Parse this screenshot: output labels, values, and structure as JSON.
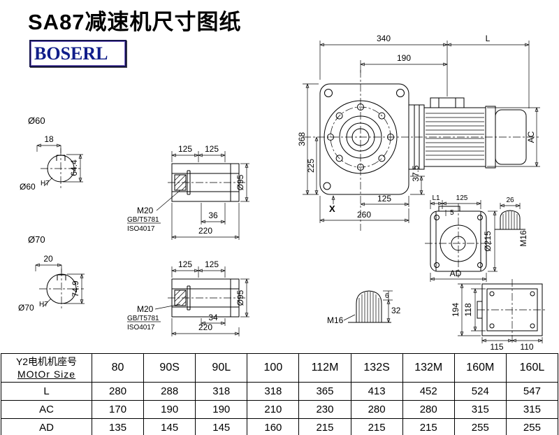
{
  "header": {
    "title": "SA87减速机尺寸图纸",
    "brand": "BOSERL"
  },
  "main_view": {
    "w340": "340",
    "L": "L",
    "w190": "190",
    "h368": "368",
    "h225": "225",
    "h375": "37.5",
    "w125": "125",
    "w260": "260",
    "AC": "AC",
    "X": "X"
  },
  "shaft60": {
    "label": "Ø60",
    "key_w": "18",
    "height": "64.4",
    "fit": "Ø60",
    "fit_sup": "H7"
  },
  "shaft70": {
    "label": "Ø70",
    "key_w": "20",
    "height": "74.9",
    "fit": "Ø70",
    "fit_sup": "H7"
  },
  "shaft_a": {
    "seg1": "125",
    "seg2": "125",
    "bolt": "M20",
    "std1": "GB/T5781",
    "std2": "ISO4017",
    "key_len": "36",
    "total": "220",
    "dia": "Ø95"
  },
  "shaft_b": {
    "seg1": "125",
    "seg2": "125",
    "bolt": "M20",
    "std1": "GB/T5781",
    "std2": "ISO4017",
    "key_len": "34",
    "total": "220",
    "dia": "Ø95"
  },
  "side_view": {
    "L1": "L1",
    "w125": "125",
    "n5": "5",
    "n26": "26",
    "m16": "M16",
    "dia": "Ø215",
    "AD": "AD"
  },
  "key_end": {
    "n6": "6",
    "n32": "32",
    "m16": "M16"
  },
  "rear_view": {
    "h194": "194",
    "h118": "118",
    "w115": "115",
    "w110": "110"
  },
  "table": {
    "header_cn": "Y2电机机座号",
    "header_en": "MOtOr Size",
    "sizes": [
      "80",
      "90S",
      "90L",
      "100",
      "112M",
      "132S",
      "132M",
      "160M",
      "160L"
    ],
    "rows": [
      {
        "label": "L",
        "values": [
          "280",
          "288",
          "318",
          "318",
          "365",
          "413",
          "452",
          "524",
          "547"
        ]
      },
      {
        "label": "AC",
        "values": [
          "170",
          "190",
          "190",
          "210",
          "230",
          "280",
          "280",
          "315",
          "315"
        ]
      },
      {
        "label": "AD",
        "values": [
          "135",
          "145",
          "145",
          "160",
          "215",
          "215",
          "215",
          "255",
          "255"
        ]
      }
    ]
  }
}
